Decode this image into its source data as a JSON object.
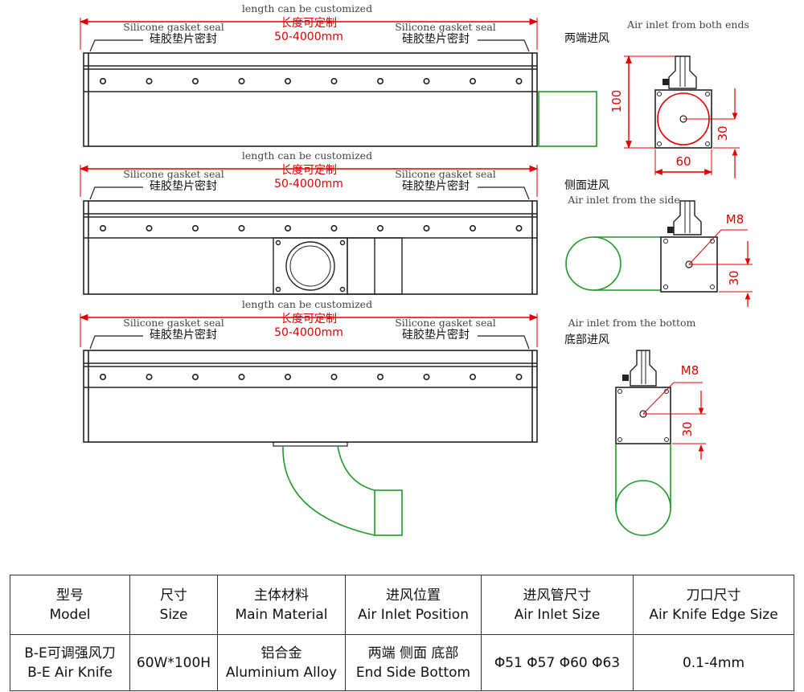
{
  "views": [
    {
      "length_en": "length can be customized",
      "length_cn": "长度可定制",
      "length_range": "50-4000mm",
      "seal_left_en": "Silicone gasket seal",
      "seal_left_cn": "硅胶垫片密封",
      "seal_right_en": "Silicone gasket seal",
      "seal_right_cn": "硅胶垫片密封",
      "inlet_en": "Air inlet from both ends",
      "inlet_cn": "两端进风"
    },
    {
      "length_en": "length can be customized",
      "length_cn": "长度可定制",
      "length_range": "50-4000mm",
      "seal_left_en": "Silicone gasket seal",
      "seal_left_cn": "硅胶垫片密封",
      "seal_right_en": "Silicone gasket seal",
      "seal_right_cn": "硅胶垫片密封",
      "inlet_cn": "侧面进风",
      "inlet_en": "Air inlet from the side"
    },
    {
      "length_en": "length can be customized",
      "length_cn": "长度可定制",
      "length_range": "50-4000mm",
      "seal_left_en": "Silicone gasket seal",
      "seal_left_cn": "硅胶垫片密封",
      "seal_right_en": "Silicone gasket seal",
      "seal_right_cn": "硅胶垫片密封",
      "inlet_en": "Air inlet from the bottom",
      "inlet_cn": "底部进风"
    }
  ],
  "dimensions": {
    "height": "100",
    "width": "60",
    "inlet_offset_end": "30",
    "inlet_offset_side": "30",
    "inlet_offset_bottom": "30",
    "thread_side": "M8",
    "thread_bottom": "M8"
  },
  "table": {
    "headers": [
      {
        "cn": "型号",
        "en": "Model"
      },
      {
        "cn": "尺寸",
        "en": "Size"
      },
      {
        "cn": "主体材料",
        "en": "Main Material"
      },
      {
        "cn": "进风位置",
        "en": "Air Inlet Position"
      },
      {
        "cn": "进风管尺寸",
        "en": "Air Inlet Size"
      },
      {
        "cn": "刀口尺寸",
        "en": "Air Knife Edge Size"
      }
    ],
    "row": {
      "model_cn": "B-E可调强风刀",
      "model_en": "B-E Air Knife",
      "size": "60W*100H",
      "material_cn": "铝合金",
      "material_en": "Aluminium Alloy",
      "position_cn": "两端 侧面 底部",
      "position_en": "End Side Bottom",
      "inlet_size": "Φ51 Φ57 Φ60 Φ63",
      "edge_size": "0.1-4mm"
    }
  },
  "colors": {
    "outline": "#222222",
    "dimension": "#e00000",
    "pipe": "#1f9a2a"
  }
}
